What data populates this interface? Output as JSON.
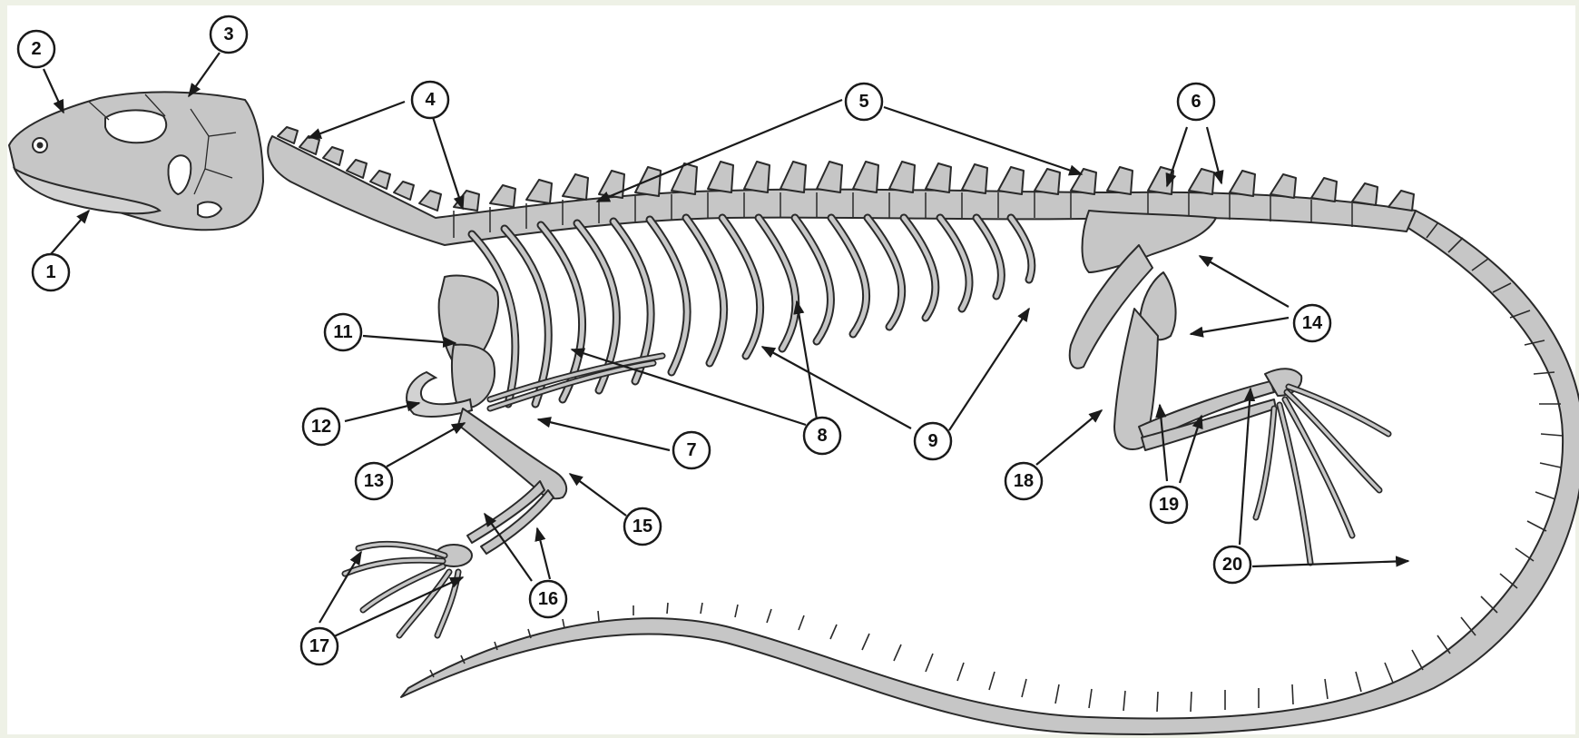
{
  "diagram": {
    "callouts": [
      {
        "id": "c1",
        "label": "1"
      },
      {
        "id": "c2",
        "label": "2"
      },
      {
        "id": "c3",
        "label": "3"
      },
      {
        "id": "c4",
        "label": "4"
      },
      {
        "id": "c5",
        "label": "5"
      },
      {
        "id": "c6",
        "label": "6"
      },
      {
        "id": "c7",
        "label": "7"
      },
      {
        "id": "c8",
        "label": "8"
      },
      {
        "id": "c9",
        "label": "9"
      },
      {
        "id": "c11",
        "label": "11"
      },
      {
        "id": "c12",
        "label": "12"
      },
      {
        "id": "c13",
        "label": "13"
      },
      {
        "id": "c14",
        "label": "14"
      },
      {
        "id": "c15",
        "label": "15"
      },
      {
        "id": "c16",
        "label": "16"
      },
      {
        "id": "c17",
        "label": "17"
      },
      {
        "id": "c18",
        "label": "18"
      },
      {
        "id": "c19",
        "label": "19"
      },
      {
        "id": "c20",
        "label": "20"
      }
    ],
    "colors": {
      "background": "#eef1e6",
      "panel": "#ffffff",
      "bone": "#c6c6c6",
      "outline": "#2a2a2a"
    }
  }
}
